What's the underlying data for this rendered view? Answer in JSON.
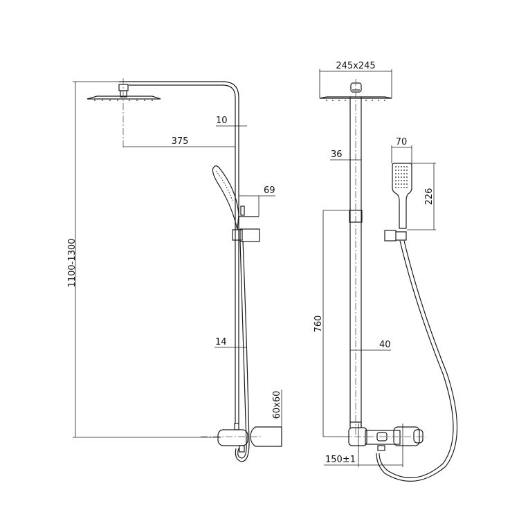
{
  "title": "Shower column dimension drawing",
  "side_view": {
    "total_height": "1100-1300",
    "arm_reach": "375",
    "pipe_wall": "10",
    "bracket_depth": "69",
    "rail_offset": "14",
    "mixer_size": "60x60"
  },
  "front_view": {
    "head_size": "245x245",
    "pipe_diameter": "36",
    "slide_height": "760",
    "rail_diameter": "40",
    "inlet_spacing": "150±1",
    "hand_shower_width": "70",
    "hand_shower_height": "226"
  },
  "colors": {
    "line": "#1a1a1a",
    "background": "#ffffff"
  }
}
